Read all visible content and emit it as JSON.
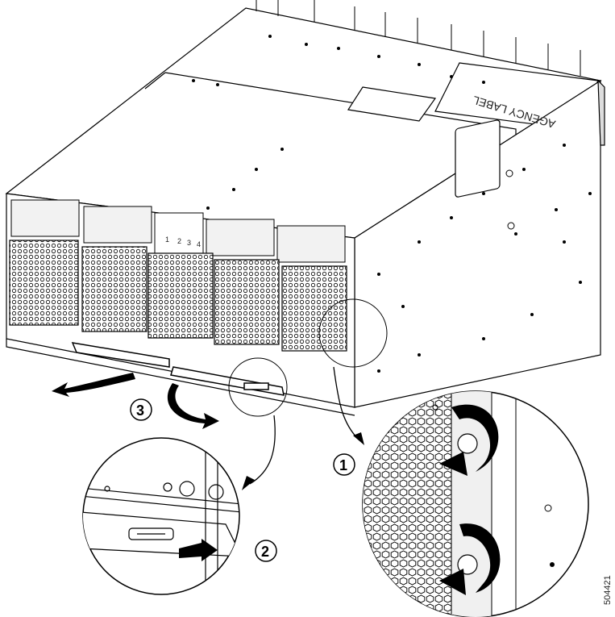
{
  "callouts": [
    {
      "number": "1"
    },
    {
      "number": "2"
    },
    {
      "number": "3"
    }
  ],
  "chassis": {
    "top_label": "AGENCY LABEL",
    "bay_numbers": [
      "1",
      "2",
      "3",
      "4"
    ]
  },
  "figure_id": "504421",
  "colors": {
    "line": "#000000",
    "fill": "#ffffff",
    "shade": "#e6e6e6",
    "arrow": "#000000"
  }
}
